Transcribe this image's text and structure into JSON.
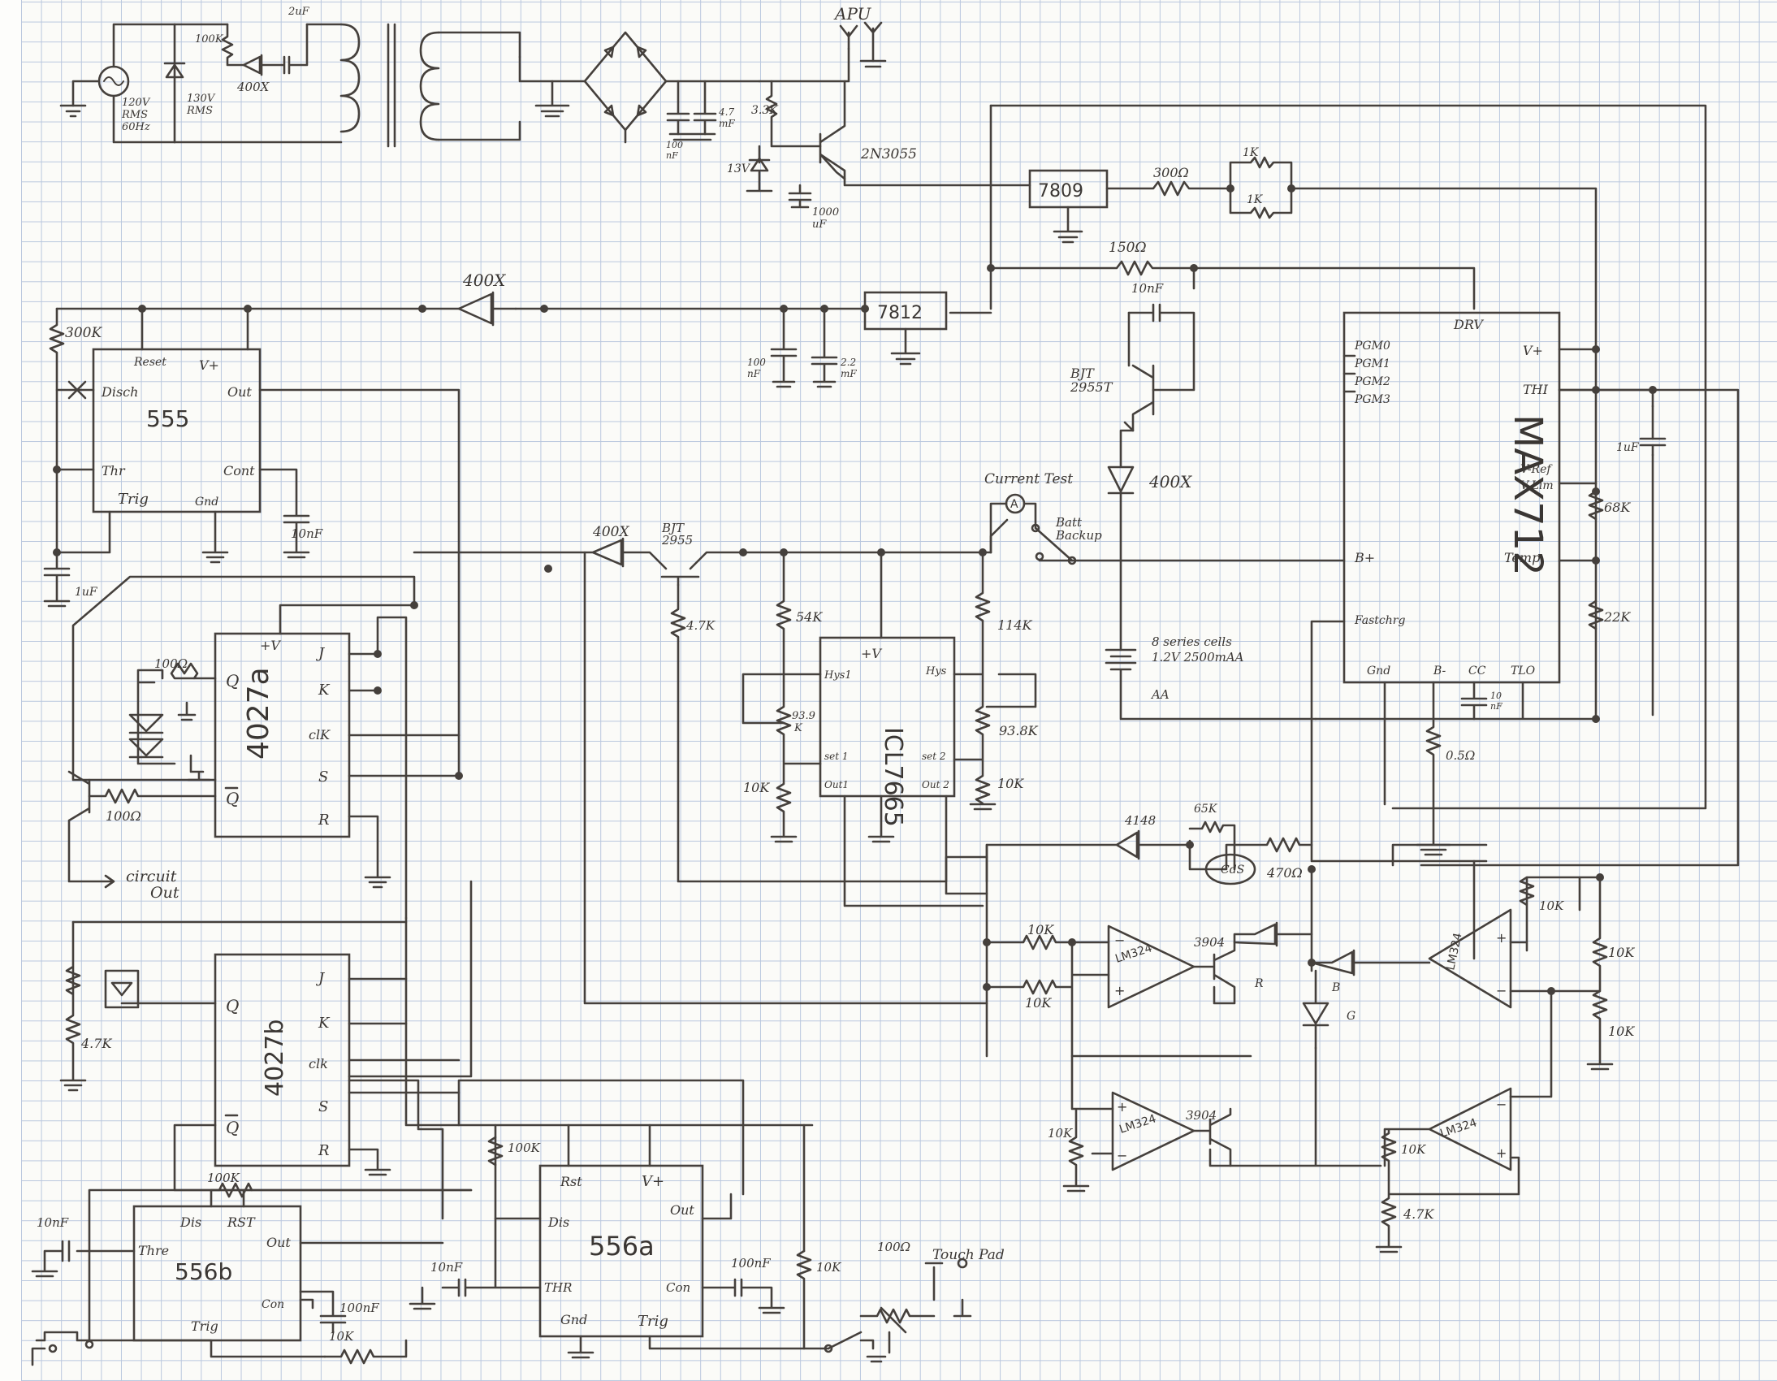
{
  "components": {
    "ic_555": {
      "name": "555",
      "reset": "Reset",
      "vplus": "V+",
      "disch": "Disch",
      "out": "Out",
      "thr": "Thr",
      "cont": "Cont",
      "trig": "Trig",
      "gnd": "Gnd"
    },
    "ic_4027a": {
      "name": "4027a",
      "vplus": "+V",
      "q": "Q",
      "qbar": "Q",
      "j": "J",
      "k": "K",
      "clk": "clK",
      "s": "S",
      "r": "R"
    },
    "ic_4027b": {
      "name": "4027b",
      "q": "Q",
      "qbar": "Q",
      "j": "J",
      "k": "K",
      "clk": "clk",
      "s": "S",
      "r": "R"
    },
    "ic_556a": {
      "name": "556a",
      "rst": "Rst",
      "vplus": "V+",
      "out": "Out",
      "dis": "Dis",
      "thr": "THR",
      "con": "Con",
      "gnd": "Gnd",
      "trig": "Trig"
    },
    "ic_556b": {
      "name": "556b",
      "dis": "Dis",
      "rst": "RST",
      "out": "Out",
      "thre": "Thre",
      "con": "Con",
      "trig": "Trig"
    },
    "ic_icl7665": {
      "name": "ICL7665",
      "vplus": "+V",
      "hys1": "Hys1",
      "hys2": "Hys",
      "set1": "set 1",
      "set2": "set 2",
      "out1": "Out1",
      "out2": "Out 2"
    },
    "ic_max712": {
      "name": "MAX712",
      "drv": "DRV",
      "pgm0": "PGM0",
      "pgm1": "PGM1",
      "pgm2": "PGM2",
      "pgm3": "PGM3",
      "vplus": "V+",
      "thi": "THI",
      "vref": "V-Ref",
      "vlim": "V-Lim",
      "temp": "Temp",
      "bplus": "B+",
      "fastchrg": "Fastchrg",
      "gnd": "Gnd",
      "bminus": "B-",
      "cc": "CC",
      "tlo": "TLO"
    },
    "reg_7809": "7809",
    "reg_7812": "7812",
    "lm324": "LM324"
  },
  "labels": {
    "apu": "APU",
    "source": [
      "120V",
      "RMS",
      "60Hz"
    ],
    "zener_130": [
      "130V",
      "RMS"
    ],
    "r_100k_top": "100K",
    "diode_400x_top": "400X",
    "cap_2uf": "2uF",
    "cap_100nf_bridge": [
      "100",
      "nF"
    ],
    "cap_47mf": [
      "4.7",
      "mF"
    ],
    "r_33k": "3.3K",
    "zener_13v": "13V",
    "transistor_2n3055": "2N3055",
    "cap_1000uf": [
      "1000",
      "uF"
    ],
    "r_300": "300Ω",
    "r_1k_a": "1K",
    "r_1k_b": "1K",
    "r_150": "150Ω",
    "cap_10nf_bjt": "10nF",
    "diode_400x_mid": "400X",
    "cap_100nf_reg": [
      "100",
      "nF"
    ],
    "cap_22mf": [
      "2.2",
      "mF"
    ],
    "bjt_2955t": [
      "BJT",
      "2955T"
    ],
    "diode_400x_right": "400X",
    "current_test": "Current Test",
    "ammeter": "A",
    "batt_backup": [
      "Batt",
      "Backup"
    ],
    "diode_400x_b": "400X",
    "bjt_2955_b": [
      "BJT",
      "2955"
    ],
    "r_47k_b": "4.7K",
    "r_54k": "54K",
    "r_939k": [
      "93.9",
      "K"
    ],
    "r_10k_a": "10K",
    "r_114k": "114K",
    "r_938k": "93.8K",
    "r_10k_b": "10K",
    "battery": [
      "8 series cells",
      "1.2V 2500mAA",
      "AA"
    ],
    "r_05": "0.5Ω",
    "cap_10nf_cc": [
      "10",
      "nF"
    ],
    "cap_1uf_max": "1uF",
    "r_68k": "68K",
    "r_22k": "22K",
    "r_300k": "300K",
    "cap_10nf_555": "10nF",
    "cap_1uf_555": "1uF",
    "r_100_a": "100Ω",
    "r_100_b": "100Ω",
    "circuit_out": [
      "circuit",
      "Out"
    ],
    "r_47k_c": "4.7K",
    "d_4148": "4148",
    "r_65k": "65K",
    "cds": "CdS",
    "r_470": "470Ω",
    "r_10k_c": "10K",
    "r_10k_d": "10K",
    "q_3904_a": "3904",
    "q_3904_b": "3904",
    "led_r": "R",
    "led_b": "B",
    "led_g": "G",
    "r_10k_e": "10K",
    "r_10k_f": "10K",
    "r_10k_g": "10K",
    "r_10k_h": "10K",
    "r_10k_i": "10K",
    "r_47k_d": "4.7K",
    "r_100k_a": "100K",
    "r_100k_b": "100K",
    "cap_10nf_a": "10nF",
    "cap_10nf_b": "10nF",
    "cap_100nf_a": "100nF",
    "cap_100nf_b": "100nF",
    "r_10k_j": "10K",
    "r_10k_k": "10K",
    "r_100_touch": "100Ω",
    "touch_pad": "Touch Pad"
  }
}
